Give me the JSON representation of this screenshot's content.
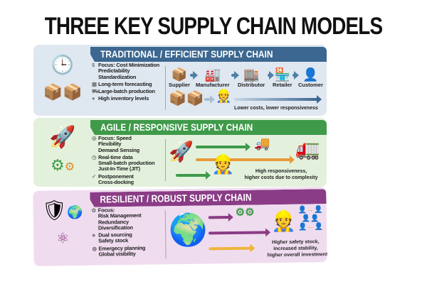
{
  "title": "THREE KEY SUPPLY CHAIN MODELS",
  "models": [
    {
      "heading": "TRADITIONAL / EFFICIENT SUPPLY CHAIN",
      "color": "#3b6790",
      "focus": [
        "Focus: Cost Minimization",
        "Predictability",
        "Standardization"
      ],
      "features": [
        "Long-term forecasting",
        "Large-batch production",
        "High inventory levels"
      ],
      "flow": [
        "Supplier",
        "Manufacturer",
        "Distributor",
        "Retailer",
        "Customer"
      ],
      "outcome": "Lower costs, lower responsiveness"
    },
    {
      "heading": "AGILE / RESPONSIVE SUPPLY CHAIN",
      "color": "#3f9a4a",
      "focus": [
        "Focus: Speed",
        "Flexibility",
        "Demand Sensing"
      ],
      "features": [
        "Real-time data",
        "Small-batch production",
        "Just-In-Time (JIT)"
      ],
      "extra": [
        "Postponement",
        "Cross-docking"
      ],
      "outcome": [
        "High responsiveness,",
        "higher costs due to complexity"
      ]
    },
    {
      "heading": "RESILIENT / ROBUST SUPPLY CHAIN",
      "color": "#8a3c86",
      "focus": [
        "Focus:",
        "Risk Management",
        "Redundancy",
        "Diversification"
      ],
      "features": [
        "Dual sourcing",
        "Safety stock"
      ],
      "extra": [
        "Emergecy planning",
        "Global visibility"
      ],
      "outcome": [
        "Higher safety stock,",
        "increased stability,",
        "higher overall investment"
      ]
    }
  ]
}
